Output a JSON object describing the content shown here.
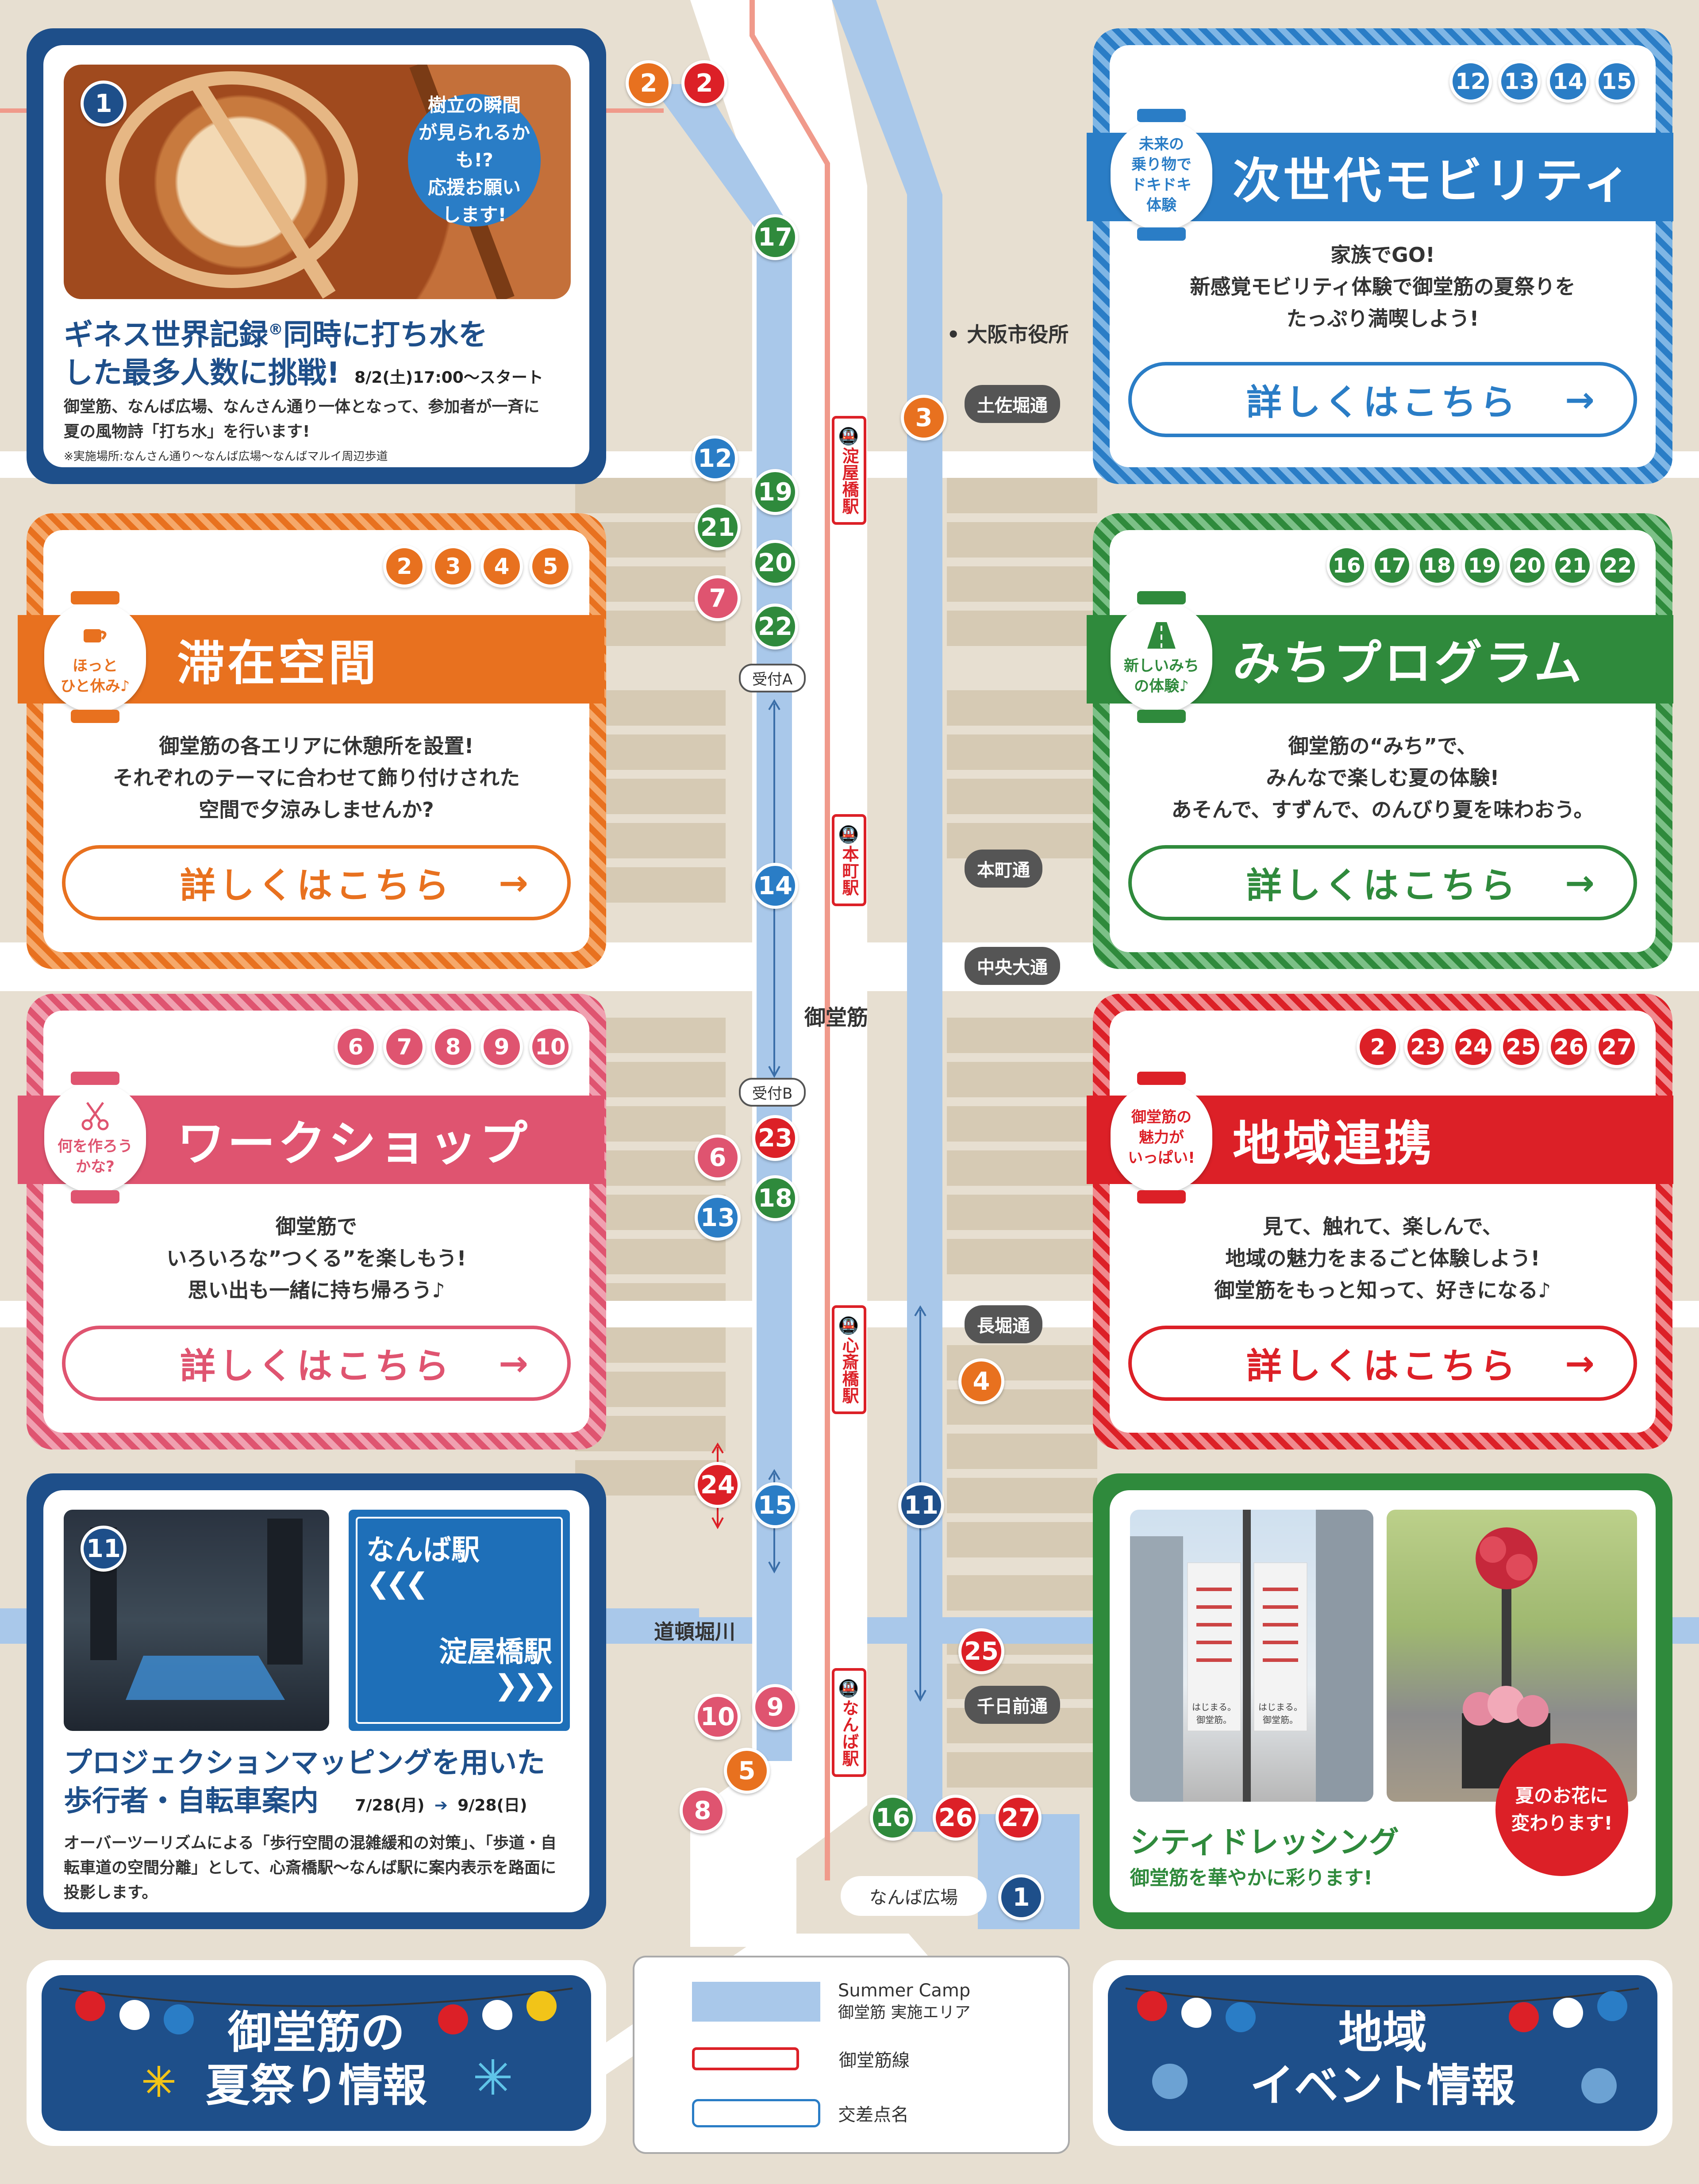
{
  "map": {
    "main_street": "御堂筋",
    "river": "道頓堀川",
    "city_hall": "大阪市役所",
    "namba_plaza": "なんば広場",
    "streets": [
      "土佐堀通",
      "本町通",
      "中央大通",
      "長堀通",
      "千日前通"
    ],
    "stations": [
      "淀屋橋駅",
      "本町駅",
      "心斎橋駅",
      "なんば駅"
    ],
    "receptions": [
      "受付A",
      "受付B"
    ],
    "pins": [
      {
        "n": "2",
        "color": "orange"
      },
      {
        "n": "2",
        "color": "red"
      },
      {
        "n": "17",
        "color": "green"
      },
      {
        "n": "3",
        "color": "orange"
      },
      {
        "n": "12",
        "color": "blue"
      },
      {
        "n": "19",
        "color": "green"
      },
      {
        "n": "21",
        "color": "green"
      },
      {
        "n": "20",
        "color": "green"
      },
      {
        "n": "7",
        "color": "pink"
      },
      {
        "n": "22",
        "color": "green"
      },
      {
        "n": "14",
        "color": "blue"
      },
      {
        "n": "23",
        "color": "red"
      },
      {
        "n": "6",
        "color": "pink"
      },
      {
        "n": "13",
        "color": "blue"
      },
      {
        "n": "18",
        "color": "green"
      },
      {
        "n": "4",
        "color": "orange"
      },
      {
        "n": "24",
        "color": "red"
      },
      {
        "n": "15",
        "color": "blue"
      },
      {
        "n": "11",
        "color": "navy"
      },
      {
        "n": "25",
        "color": "red"
      },
      {
        "n": "10",
        "color": "pink"
      },
      {
        "n": "9",
        "color": "pink"
      },
      {
        "n": "5",
        "color": "orange"
      },
      {
        "n": "8",
        "color": "pink"
      },
      {
        "n": "16",
        "color": "green"
      },
      {
        "n": "26",
        "color": "red"
      },
      {
        "n": "27",
        "color": "red"
      },
      {
        "n": "1",
        "color": "navy"
      }
    ]
  },
  "cards": {
    "guinness": {
      "pin": "1",
      "bubble": [
        "樹立の瞬間",
        "が見られるかも!?",
        "応援お願い",
        "します!"
      ],
      "title1": "ギネス世界記録",
      "title_mark": "®",
      "title2": "同時に打ち水を",
      "title3": "した最多人数に挑戦!",
      "date": "8/2(土)17:00〜スタート",
      "desc1": "御堂筋、なんば広場、なんさん通り一体となって、参加者が一斉に",
      "desc2": "夏の風物詩「打ち水」を行います!",
      "note": "※実施場所:なんさん通り〜なんば広場〜なんばマルイ周辺歩道"
    },
    "mobility": {
      "pins": [
        "12",
        "13",
        "14",
        "15"
      ],
      "lantern": [
        "未来の",
        "乗り物で",
        "ドキドキ",
        "体験"
      ],
      "title": "次世代モビリティ",
      "desc": [
        "家族でGO!",
        "新感覚モビリティ体験で御堂筋の夏祭りを",
        "たっぷり満喫しよう!"
      ],
      "button": "詳しくはこちら"
    },
    "stay": {
      "pins": [
        "2",
        "3",
        "4",
        "5"
      ],
      "lantern": [
        "ほっと",
        "ひと休み♪"
      ],
      "title": "滞在空間",
      "desc": [
        "御堂筋の各エリアに休憩所を設置!",
        "それぞれのテーマに合わせて飾り付けされた",
        "空間で夕涼みしませんか?"
      ],
      "button": "詳しくはこちら"
    },
    "michi": {
      "pins": [
        "16",
        "17",
        "18",
        "19",
        "20",
        "21",
        "22"
      ],
      "lantern": [
        "新しいみち",
        "の体験♪"
      ],
      "title": "みちプログラム",
      "desc": [
        "御堂筋の“みち”で、",
        "みんなで楽しむ夏の体験!",
        "あそんで、すずんで、のんびり夏を味わおう。"
      ],
      "button": "詳しくはこちら"
    },
    "workshop": {
      "pins": [
        "6",
        "7",
        "8",
        "9",
        "10"
      ],
      "lantern": [
        "何を作ろう",
        "かな?"
      ],
      "title": "ワークショップ",
      "desc": [
        "御堂筋で",
        "いろいろな”つくる”を楽しもう!",
        "思い出も一緒に持ち帰ろう♪"
      ],
      "button": "詳しくはこちら"
    },
    "region": {
      "pins": [
        "2",
        "23",
        "24",
        "25",
        "26",
        "27"
      ],
      "lantern": [
        "御堂筋の",
        "魅力が",
        "いっぱい!"
      ],
      "title": "地域連携",
      "desc": [
        "見て、触れて、楽しんで、",
        "地域の魅力をまるごと体験しよう!",
        "御堂筋をもっと知って、好きになる♪"
      ],
      "button": "詳しくはこちら"
    },
    "projection": {
      "pin": "11",
      "sign_top": "なんば駅",
      "sign_bottom": "淀屋橋駅",
      "title1": "プロジェクションマッピングを用いた",
      "title2": "歩行者・自転車案内",
      "date_start": "7/28(月)",
      "date_end": "9/28(日)",
      "desc1": "オーバーツーリズムによる「歩行空間の混雑緩和の対策」、「歩道・自",
      "desc2": "転車道の空間分離」として、心斎橋駅〜なんば駅に案内表示を路面に",
      "desc3": "投影します。"
    },
    "dressing": {
      "bubble": [
        "夏のお花に",
        "変わります!"
      ],
      "title": "シティドレッシング",
      "subtitle": "御堂筋を華やかに彩ります!",
      "banner_text": [
        "はじまる。",
        "御堂筋。"
      ]
    }
  },
  "bottom": {
    "festival": [
      "御堂筋の",
      "夏祭り情報"
    ],
    "events": [
      "地域",
      "イベント情報"
    ],
    "legend": [
      {
        "label": "Summer Camp",
        "sub": "御堂筋 実施エリア"
      },
      {
        "label": "御堂筋線"
      },
      {
        "label": "交差点名"
      }
    ]
  },
  "colors": {
    "orange": "#e8711f",
    "red": "#dc2027",
    "green": "#2f8a3c",
    "blue": "#2a7dc6",
    "pink": "#df5470",
    "navy": "#1e4f8a",
    "area": "#a9c8ea"
  }
}
